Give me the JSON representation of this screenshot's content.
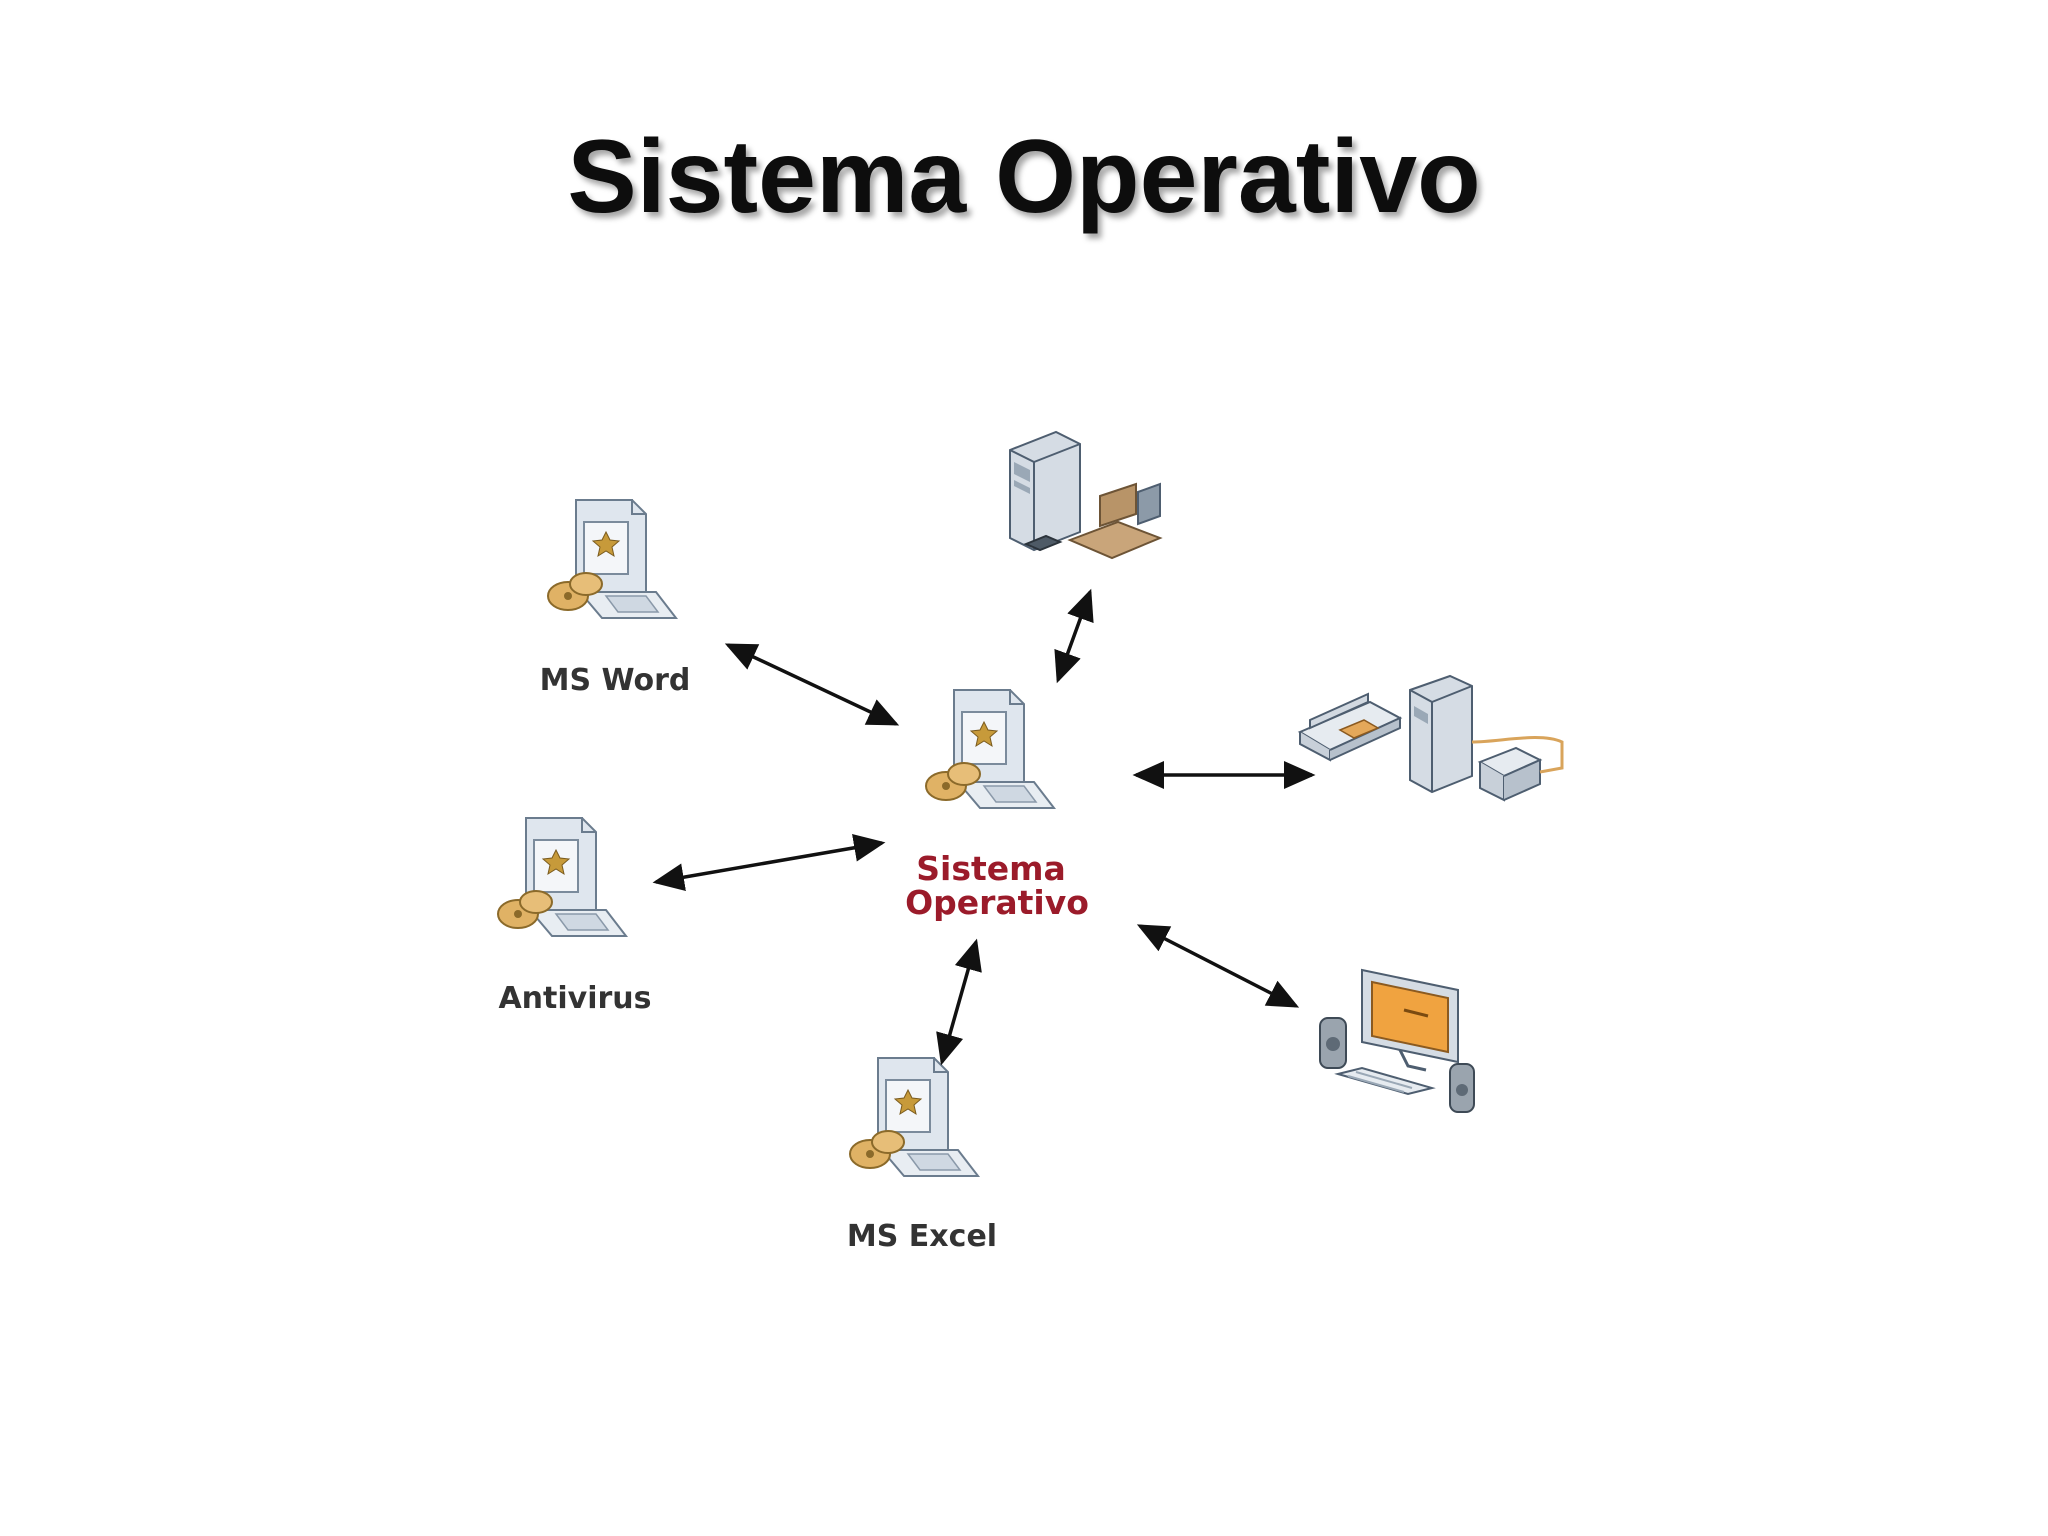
{
  "slide": {
    "title": "Sistema Operativo"
  },
  "diagram": {
    "center": {
      "line1": "Sistema",
      "line2": "Operativo",
      "color": "#9b1b2a"
    },
    "apps": [
      {
        "id": "ms-word",
        "label": "MS Word"
      },
      {
        "id": "antivirus",
        "label": "Antivirus"
      },
      {
        "id": "ms-excel",
        "label": "MS Excel"
      }
    ],
    "hardware": [
      {
        "id": "pc-components",
        "icon": "computer-tower-components-icon"
      },
      {
        "id": "scanner-printer",
        "icon": "scanner-tower-printer-icon"
      },
      {
        "id": "desktop-computer",
        "icon": "desktop-computer-icon"
      }
    ],
    "label_color": "#333333",
    "arrow_color": "#111111"
  }
}
